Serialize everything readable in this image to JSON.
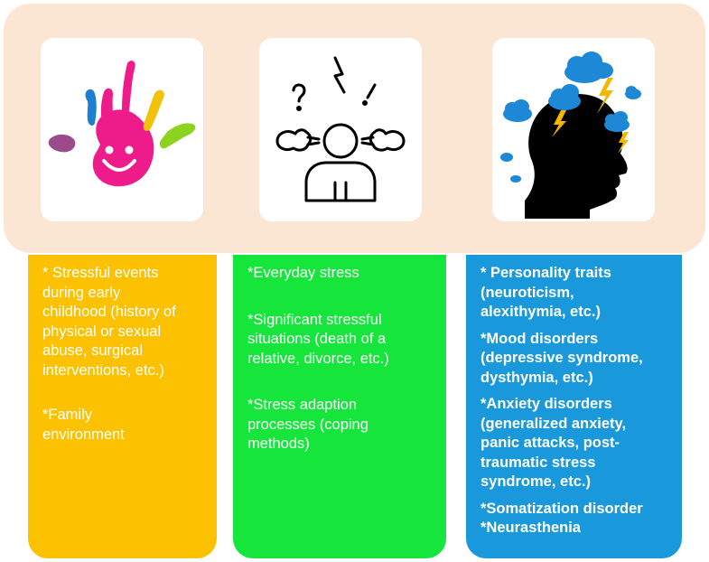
{
  "colors": {
    "banner": "#fbe5d3",
    "column_1": "#fcc100",
    "column_2": "#16e63c",
    "column_3": "#1a98dc"
  },
  "icons": [
    "handprint-icon",
    "stressed-person-icon",
    "head-storm-clouds-icon"
  ],
  "columns": [
    {
      "items": [
        "* Stressful events\nduring early\nchildhood (history of\nphysical or sexual\nabuse, surgical\ninterventions, etc.)",
        "*Family\nenvironment"
      ]
    },
    {
      "items": [
        "*Everyday stress",
        "*Significant stressful\nsituations (death of a\nrelative, divorce, etc.)",
        "*Stress adaption\nprocesses (coping\nmethods)"
      ]
    },
    {
      "items": [
        "* Personality traits\n(neuroticism,\nalexithymia, etc.)",
        "*Mood disorders\n(depressive syndrome,\ndysthymia, etc.)",
        "*Anxiety disorders\n(generalized anxiety,\npanic attacks, post-\ntraumatic stress\nsyndrome, etc.)",
        "*Somatization disorder\n*Neurasthenia"
      ]
    }
  ]
}
